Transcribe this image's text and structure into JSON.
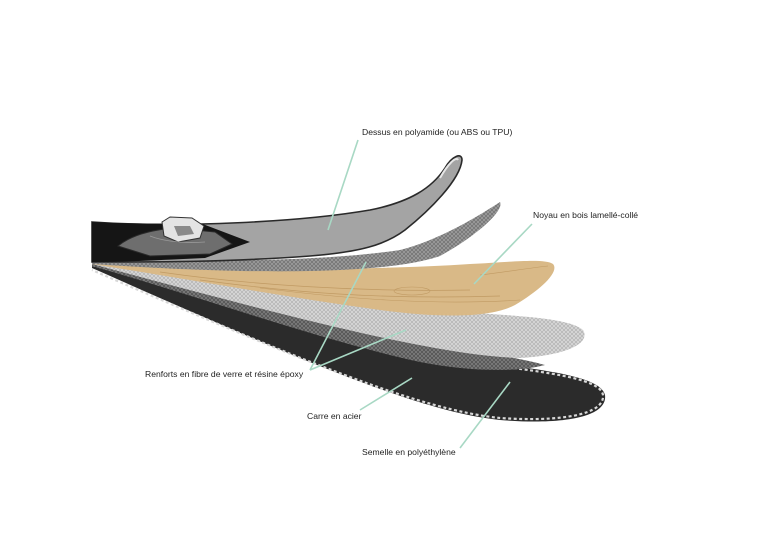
{
  "labels": {
    "top_sheet": "Dessus en polyamide (ou ABS ou TPU)",
    "wood_core": "Noyau en bois lamellé-collé",
    "fiberglass": "Renforts en fibre de verre et résine époxy",
    "steel_edge": "Carre en acier",
    "base": "Semelle en polyéthylène"
  },
  "colors": {
    "leader_line": "#a8d8c4",
    "top_sheet": "#a4a4a4",
    "wood_core": "#d9b987",
    "fiberglass_dark": "#6a6a6a",
    "fiberglass_light": "#c2c2c2",
    "base": "#2b2b2b",
    "edge": "#d8d8d8"
  }
}
